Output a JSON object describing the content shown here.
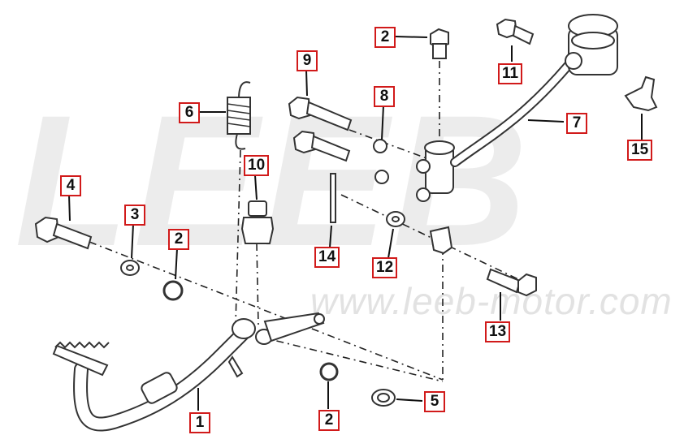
{
  "watermark": {
    "brand": "LEEB",
    "url": "www.leeb-motor.com"
  },
  "callouts": [
    {
      "id": "c1",
      "label": "1"
    },
    {
      "id": "c2a",
      "label": "2"
    },
    {
      "id": "c2b",
      "label": "2"
    },
    {
      "id": "c2c",
      "label": "2"
    },
    {
      "id": "c3",
      "label": "3"
    },
    {
      "id": "c4",
      "label": "4"
    },
    {
      "id": "c5",
      "label": "5"
    },
    {
      "id": "c6",
      "label": "6"
    },
    {
      "id": "c7",
      "label": "7"
    },
    {
      "id": "c8",
      "label": "8"
    },
    {
      "id": "c9",
      "label": "9"
    },
    {
      "id": "c10",
      "label": "10"
    },
    {
      "id": "c11",
      "label": "11"
    },
    {
      "id": "c12",
      "label": "12"
    },
    {
      "id": "c13",
      "label": "13"
    },
    {
      "id": "c14",
      "label": "14"
    },
    {
      "id": "c15",
      "label": "15"
    }
  ],
  "colors": {
    "callout_border": "#d11a1a",
    "line": "#222222",
    "watermark": "#ececec"
  }
}
